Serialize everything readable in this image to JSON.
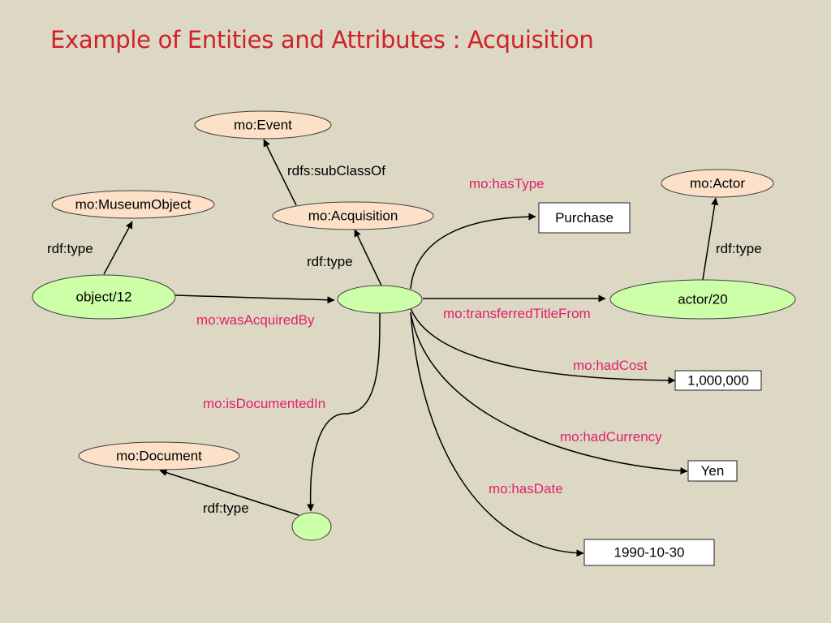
{
  "title": "Example of Entities and Attributes : Acquisition",
  "colors": {
    "background": "#DDD8C4",
    "title": "#D0202A",
    "class_fill": "#FCE0C8",
    "instance_fill": "#CCFFA8",
    "literal_fill": "#FFFFFF",
    "property_text": "#E0206A",
    "rdf_text": "#000000",
    "edge": "#000000"
  },
  "nodes": {
    "event": "mo:Event",
    "museum_object": "mo:MuseumObject",
    "acquisition": "mo:Acquisition",
    "actor_class": "mo:Actor",
    "object12": "object/12",
    "actor20": "actor/20",
    "document": "mo:Document",
    "purchase": "Purchase",
    "cost": "1,000,000",
    "yen": "Yen",
    "date": "1990-10-30"
  },
  "edges": {
    "subclassof": "rdfs:subClassOf",
    "type_object": "rdf:type",
    "type_acquisition": "rdf:type",
    "type_actor": "rdf:type",
    "type_document": "rdf:type",
    "has_type": "mo:hasType",
    "was_acquired_by": "mo:wasAcquiredBy",
    "transferred_title_from": "mo:transferredTitleFrom",
    "had_cost": "mo:hadCost",
    "is_documented_in": "mo:isDocumentedIn",
    "had_currency": "mo:hadCurrency",
    "has_date": "mo:hasDate"
  }
}
